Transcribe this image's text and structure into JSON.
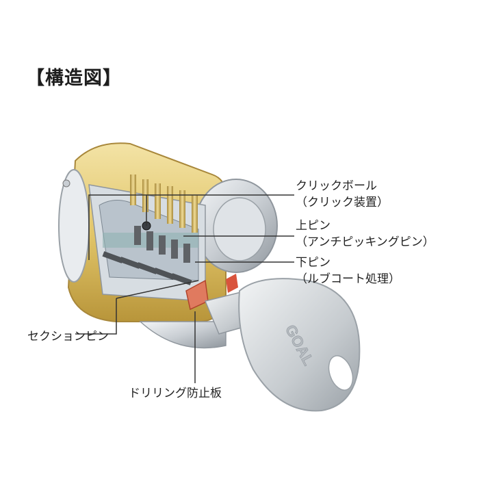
{
  "title": "【構造図】",
  "labels": {
    "click_ball": {
      "line1": "クリックボール",
      "line2": "（クリック装置）"
    },
    "upper_pin": {
      "line1": "上ピン",
      "line2": "（アンチピッキングピン）"
    },
    "lower_pin": {
      "line1": "下ピン",
      "line2": "（ルブコート処理）"
    },
    "section_pin": "セクションピン",
    "drill_plate": "ドリリング防止板"
  },
  "key_logo": "GOAL",
  "colors": {
    "brass": "#e2c66a",
    "brass_dark": "#b8953a",
    "chrome": "#c9ced3",
    "leader": "#333333",
    "accent_red": "#d9533c"
  }
}
